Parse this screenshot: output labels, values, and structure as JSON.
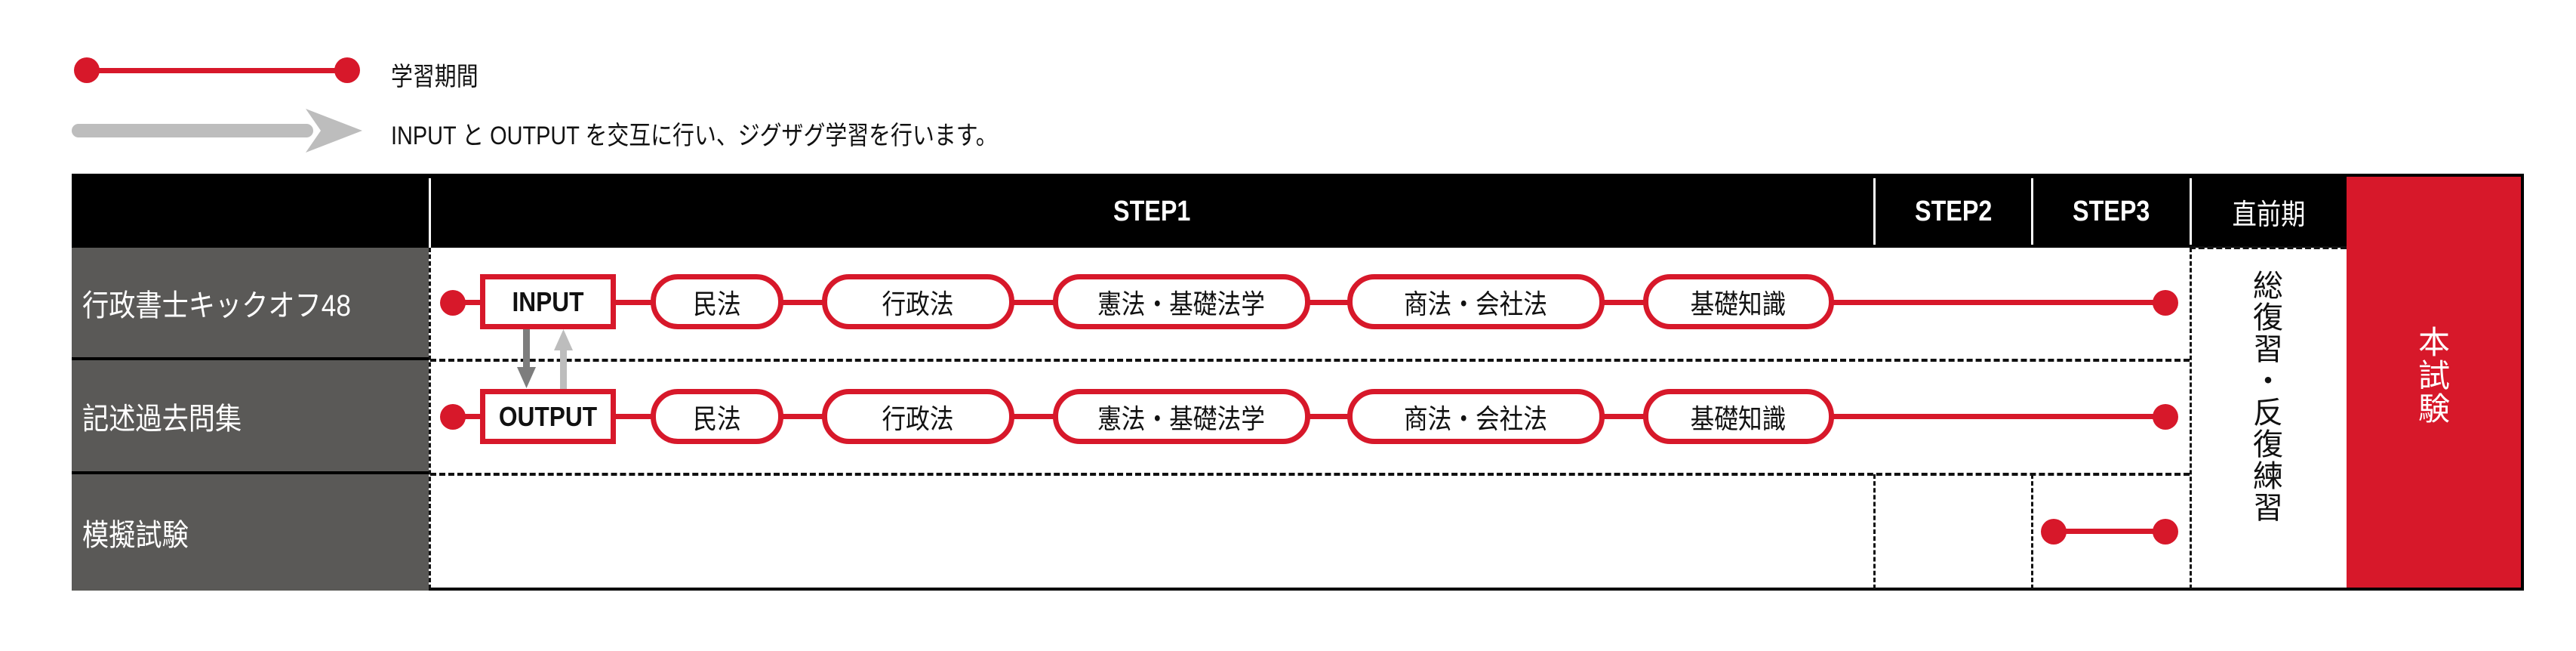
{
  "legend": {
    "period_label": "学習期間",
    "arrow_label": "INPUT と OUTPUT を交互に行い、ジグザグ学習を行います。"
  },
  "header": {
    "steps": [
      "STEP1",
      "STEP2",
      "STEP3",
      "直前期"
    ]
  },
  "rows": [
    {
      "label": "行政書士キックオフ48",
      "first": "INPUT",
      "subjects": [
        "民法",
        "行政法",
        "憲法・基礎法学",
        "商法・会社法",
        "基礎知識"
      ]
    },
    {
      "label": "記述過去問集",
      "first": "OUTPUT",
      "subjects": [
        "民法",
        "行政法",
        "憲法・基礎法学",
        "商法・会社法",
        "基礎知識"
      ]
    },
    {
      "label": "模擬試験"
    }
  ],
  "final_review": [
    "総",
    "復",
    "習",
    "・",
    "反",
    "復",
    "練",
    "習"
  ],
  "exam": [
    "本",
    "試",
    "験"
  ],
  "colors": {
    "accent": "#d7182a",
    "label_bg": "#5a5957",
    "header_bg": "#000000",
    "arrow": "#bdbdbd"
  }
}
